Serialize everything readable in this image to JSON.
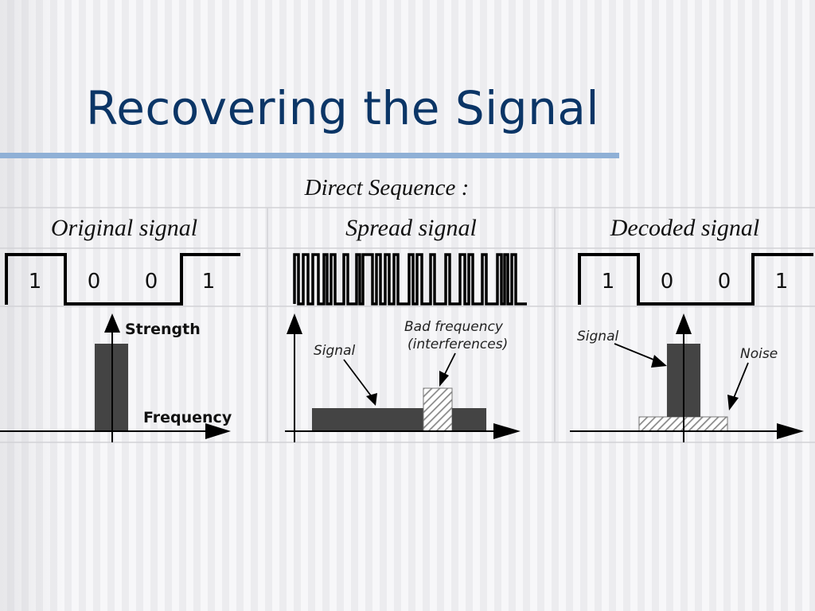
{
  "slide": {
    "title": "Recovering the Signal",
    "subtitle": "Direct Sequence :"
  },
  "columns": [
    {
      "label": "Original signal",
      "bits": [
        "1",
        "0",
        "0",
        "1"
      ],
      "axis_labels": {
        "y": "Strength",
        "x": "Frequency"
      }
    },
    {
      "label": "Spread signal",
      "annotations": {
        "signal": "Signal",
        "bad_frequency_line1": "Bad frequency",
        "bad_frequency_line2": "(interferences)"
      }
    },
    {
      "label": "Decoded signal",
      "bits": [
        "1",
        "0",
        "0",
        "1"
      ],
      "annotations": {
        "signal": "Signal",
        "noise": "Noise"
      }
    }
  ],
  "colors": {
    "title": "#0b3566",
    "rule": "#8fb0d6",
    "bar": "#444444",
    "hatch": "#888888"
  },
  "icons": [
    "arrow-head-icon",
    "hatch-pattern"
  ]
}
